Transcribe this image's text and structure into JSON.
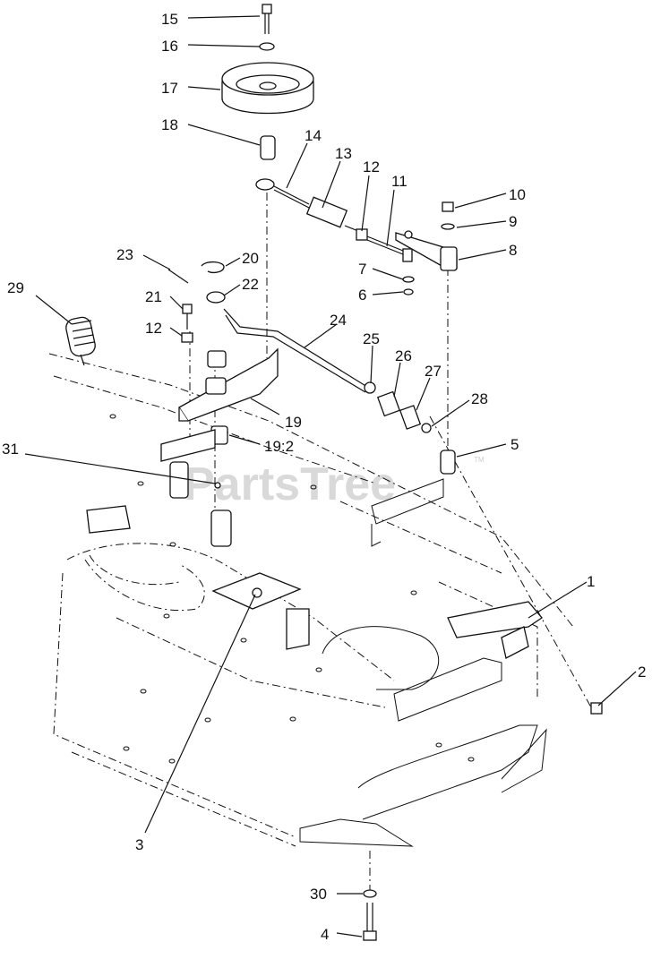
{
  "watermark": "PartsTree",
  "watermark_tm": "TM",
  "callouts": [
    {
      "id": "15",
      "text": "15"
    },
    {
      "id": "16",
      "text": "16"
    },
    {
      "id": "17",
      "text": "17"
    },
    {
      "id": "18",
      "text": "18"
    },
    {
      "id": "14",
      "text": "14"
    },
    {
      "id": "13",
      "text": "13"
    },
    {
      "id": "12a",
      "text": "12"
    },
    {
      "id": "11",
      "text": "11"
    },
    {
      "id": "10",
      "text": "10"
    },
    {
      "id": "9",
      "text": "9"
    },
    {
      "id": "8",
      "text": "8"
    },
    {
      "id": "7",
      "text": "7"
    },
    {
      "id": "6",
      "text": "6"
    },
    {
      "id": "23",
      "text": "23"
    },
    {
      "id": "20",
      "text": "20"
    },
    {
      "id": "22",
      "text": "22"
    },
    {
      "id": "29",
      "text": "29"
    },
    {
      "id": "21",
      "text": "21"
    },
    {
      "id": "12b",
      "text": "12"
    },
    {
      "id": "24",
      "text": "24"
    },
    {
      "id": "25",
      "text": "25"
    },
    {
      "id": "26",
      "text": "26"
    },
    {
      "id": "27",
      "text": "27"
    },
    {
      "id": "28",
      "text": "28"
    },
    {
      "id": "19",
      "text": "19"
    },
    {
      "id": "31",
      "text": "31"
    },
    {
      "id": "192",
      "text": "19:2"
    },
    {
      "id": "5",
      "text": "5"
    },
    {
      "id": "1",
      "text": "1"
    },
    {
      "id": "2",
      "text": "2"
    },
    {
      "id": "3",
      "text": "3"
    },
    {
      "id": "30",
      "text": "30"
    },
    {
      "id": "4",
      "text": "4"
    }
  ]
}
